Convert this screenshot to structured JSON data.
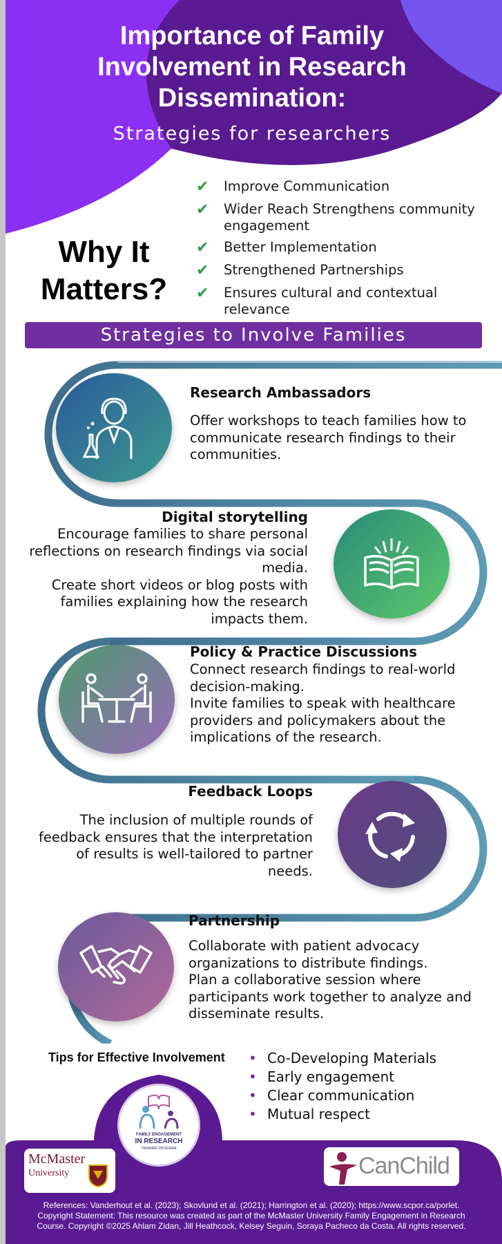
{
  "header": {
    "title": "Importance of Family Involvement in Research Dissemination:",
    "subtitle": "Strategies for researchers"
  },
  "why": {
    "heading": "Why It Matters?",
    "reasons": [
      "Improve Communication",
      "Wider Reach Strengthens community engagement",
      "Better Implementation",
      "Strengthened Partnerships",
      "Ensures cultural and contextual relevance"
    ]
  },
  "strategies_banner": "Strategies to Involve Families",
  "strategies": [
    {
      "title": "Research Ambassadors",
      "body": "Offer workshops to teach families how to communicate research findings to their communities.",
      "icon": "scientist-icon"
    },
    {
      "title": "Digital storytelling",
      "body": "Encourage families to share personal reflections on research findings via social media.\nCreate short videos or blog posts with families explaining how the research impacts them.",
      "icon": "open-book-icon"
    },
    {
      "title": "Policy & Practice Discussions",
      "body": "Connect research findings to real-world decision-making.\nInvite families to speak with healthcare providers and policymakers about the implications of the research.",
      "icon": "meeting-table-icon"
    },
    {
      "title": "Feedback Loops",
      "body": "The inclusion of multiple rounds of feedback ensures that the interpretation of results is well-tailored to partner needs.",
      "icon": "cycle-arrows-icon"
    },
    {
      "title": "Partnership",
      "body": "Collaborate with patient advocacy organizations to distribute findings.\nPlan a collaborative session where participants work together to analyze and disseminate results.",
      "icon": "handshake-icon"
    }
  ],
  "tips": {
    "title": "Tips for Effective Involvement",
    "items": [
      "Co-Developing Materials",
      "Early engagement",
      "Clear communication",
      "Mutual respect"
    ]
  },
  "logos": {
    "center_logo_text": [
      "FAMILY ENGAGEMENT",
      "IN RESEARCH",
      "TRAINING PROGRAM"
    ],
    "mcmaster": [
      "McMaster",
      "University"
    ],
    "canchild": "CanChild"
  },
  "footer": {
    "references": "References: Vanderhout et al. (2023); Skovlund et al. (2021); Harrington et al. (2020); https://www.scpor.ca/porlet.",
    "copyright": "Copyright Statement: This resource was created as part of the McMaster University Family Engagement in Research Course. Copyright ©2025 Ahlam Zidan, Jill Heathcock, Kelsey Seguin, Soraya Pacheco da Costa. All rights reserved."
  },
  "colors": {
    "header_purple": "#5a1a92",
    "bright_purple": "#8b2ff2",
    "lavender": "#7654ee",
    "banner_purple": "#6f2fa0",
    "teal_path": "#4f86a0",
    "check_green": "#2e9e46",
    "footer_purple": "#5a1a92"
  }
}
